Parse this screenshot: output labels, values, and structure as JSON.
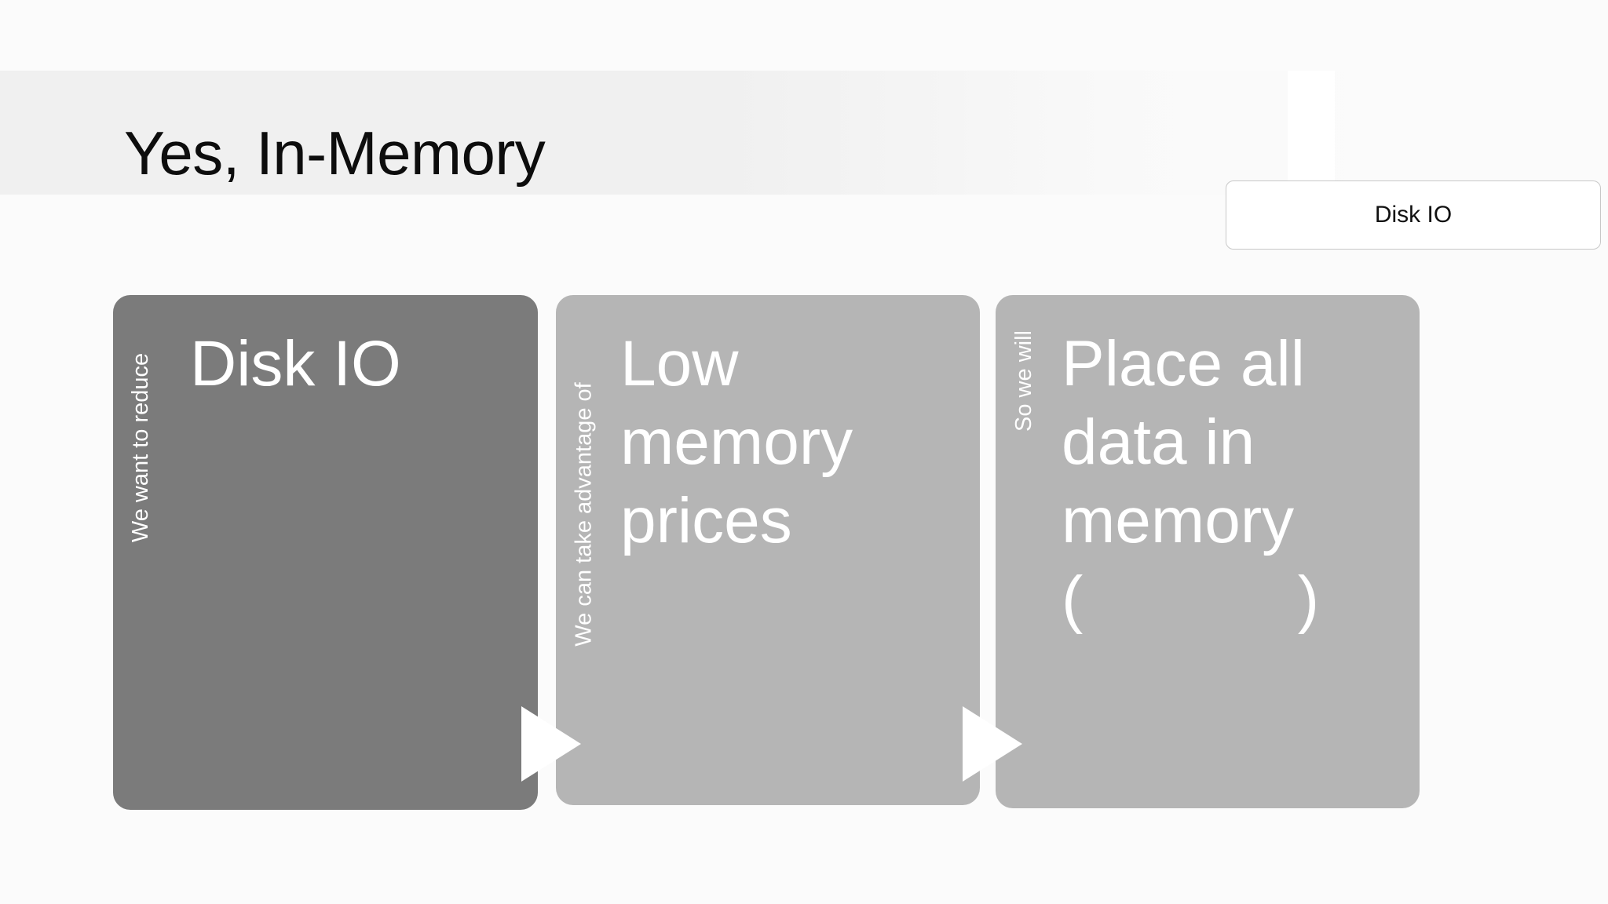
{
  "slide": {
    "title": "Yes, In-Memory",
    "background_color": "#fbfbfb",
    "title_band_color": "#f0f0f0"
  },
  "callout": {
    "name": "disk-io-callout",
    "text": "Disk IO",
    "background": "#ffffff",
    "border_color": "#c8c8c8"
  },
  "diagram": {
    "type": "chevron-process",
    "arrow_glyph": "triangle-right",
    "blocks": [
      {
        "index": 1,
        "side_label": "We want to reduce",
        "body_lines": [
          "Disk IO"
        ],
        "color": "#7b7b7b",
        "text_color": "#ffffff"
      },
      {
        "index": 2,
        "side_label": "We can take advantage of",
        "body_lines": [
          "Low",
          "memory",
          "prices"
        ],
        "color": "#b5b5b5",
        "text_color": "#ffffff"
      },
      {
        "index": 3,
        "side_label": "So we will",
        "body_lines": [
          "Place all",
          "data in",
          "memory",
          "(            )"
        ],
        "color": "#b5b5b5",
        "text_color": "#ffffff"
      }
    ]
  }
}
